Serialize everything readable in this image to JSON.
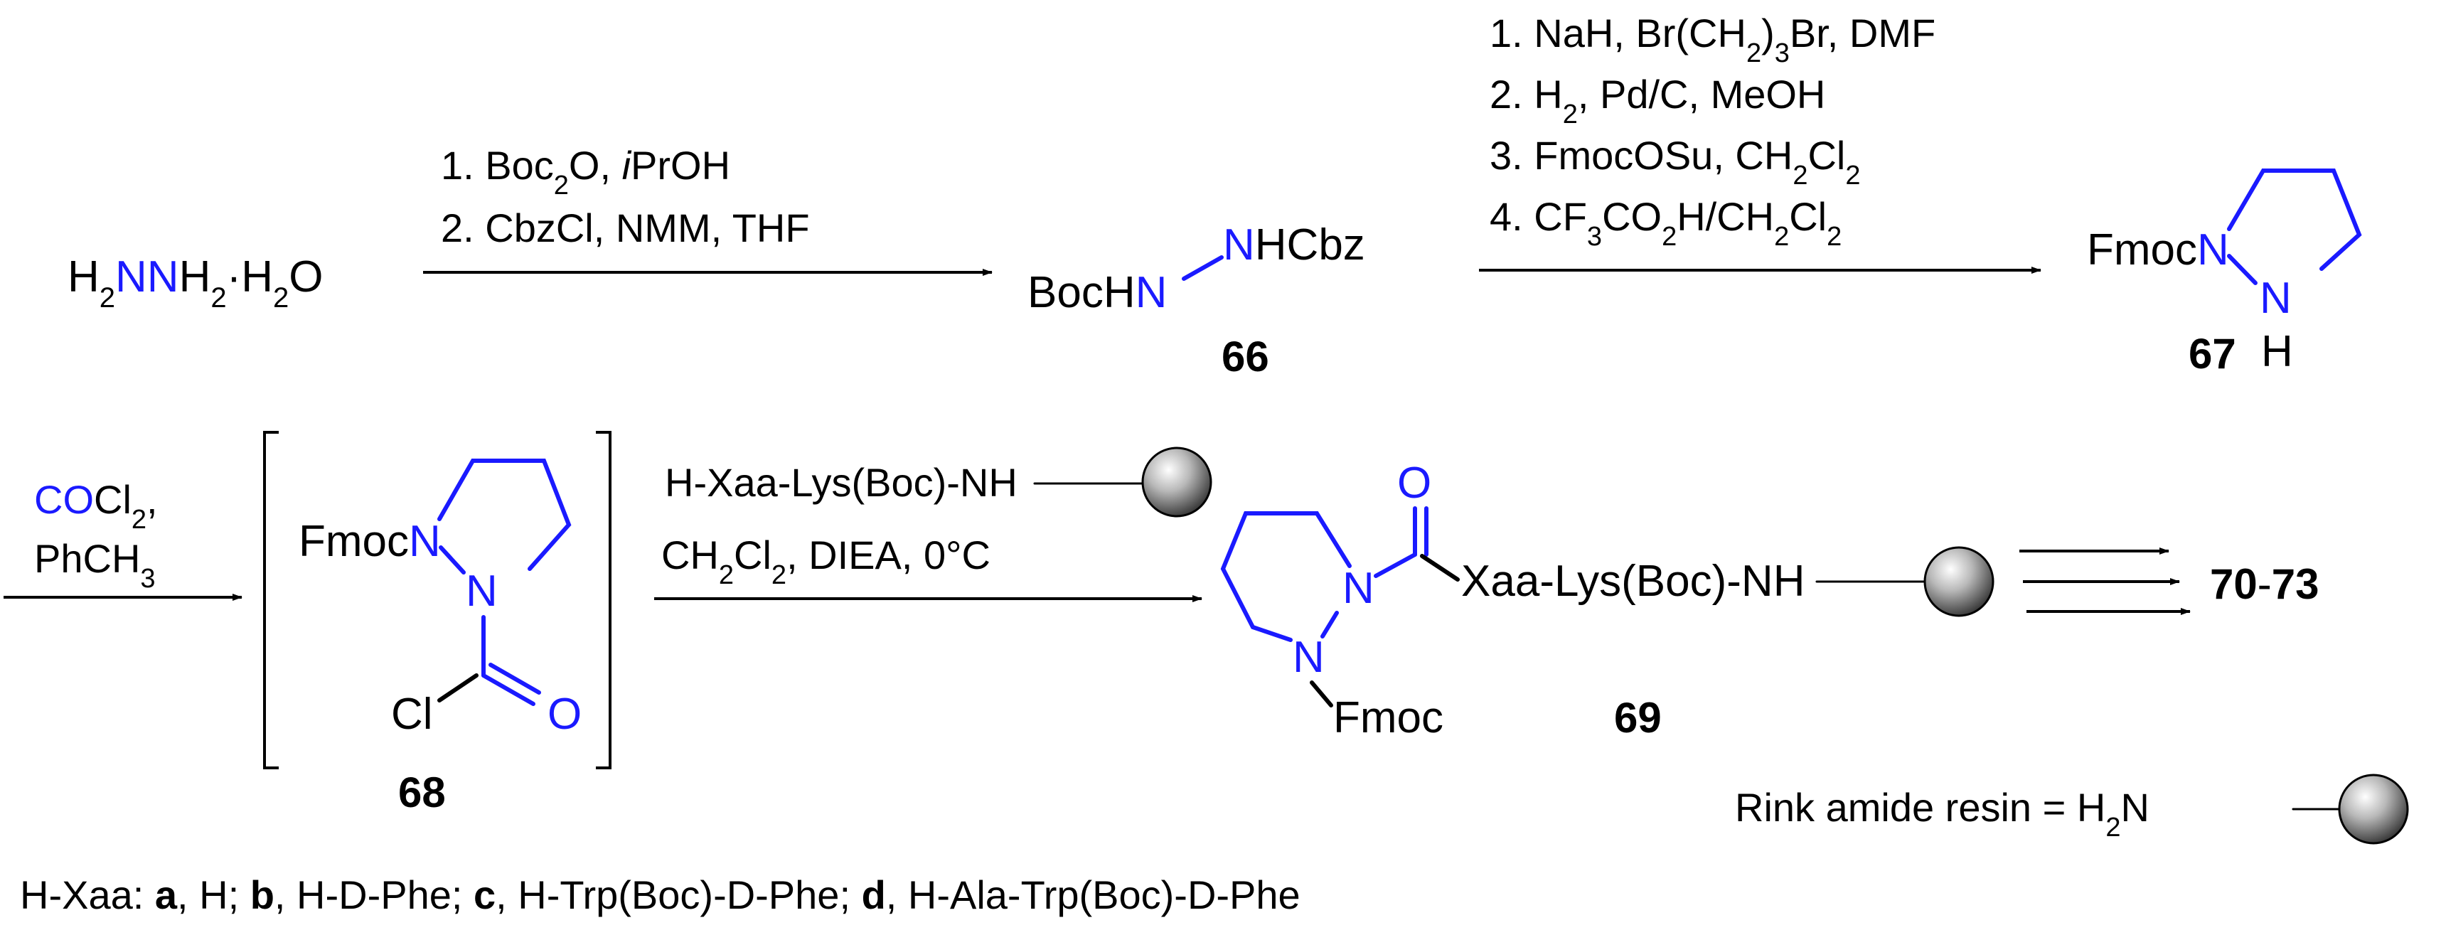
{
  "reagents_step1": {
    "line1": "1. Boc",
    "line1_sub": "2",
    "line1_rest": "O, ",
    "line1_i": "i",
    "line1_tail": "PrOH",
    "line2": "2. CbzCl, NMM, THF"
  },
  "reagents_step2": {
    "line1a": "1. NaH, Br(CH",
    "line1_sub": "2",
    "line1b": ")",
    "line1_sub2": "3",
    "line1c": "Br, DMF",
    "line2a": "2. H",
    "line2_sub": "2",
    "line2b": ", Pd/C, MeOH",
    "line3a": "3. FmocOSu, CH",
    "line3_sub": "2",
    "line3b": "Cl",
    "line3_sub2": "2",
    "line4a": "4. CF",
    "line4_sub": "3",
    "line4b": "CO",
    "line4_sub2": "2",
    "line4c": "H/CH",
    "line4_sub3": "2",
    "line4d": "Cl",
    "line4_sub4": "2"
  },
  "start": {
    "h": "H",
    "sub": "2",
    "nn": "NN",
    "h2": "H",
    "sub2": "2",
    "dot": "·H",
    "sub3": "2",
    "o": "O"
  },
  "compound66": {
    "boch": "BocH",
    "n1": "N",
    "n2": "N",
    "hcbz": "HCbz",
    "label": "66"
  },
  "compound67": {
    "fmoc": "Fmoc",
    "n1": "N",
    "n2": "N",
    "h": "H",
    "label": "67"
  },
  "reagents_step3": {
    "co": "CO",
    "cl2": "Cl",
    "sub": "2",
    "comma": ",",
    "ph": "PhCH",
    "sub2": "3"
  },
  "compound68": {
    "fmoc": "Fmoc",
    "n1": "N",
    "n2": "N",
    "cl": "Cl",
    "o": "O",
    "label": "68"
  },
  "reagents_step4": {
    "line1": "H-Xaa-Lys(Boc)-NH",
    "line2a": "CH",
    "line2_sub": "2",
    "line2b": "Cl",
    "line2_sub2": "2",
    "line2c": ", DIEA, 0°C"
  },
  "compound69": {
    "o": "O",
    "n1": "N",
    "n2": "N",
    "chain": "Xaa-Lys(Boc)-NH",
    "fmoc": "Fmoc",
    "label": "69"
  },
  "products": {
    "label_a": "70",
    "dash": "-",
    "label_b": "73"
  },
  "resin_legend": {
    "text": "Rink amide resin = H",
    "sub": "2",
    "n": "N"
  },
  "footnote": {
    "prefix": "H-Xaa: ",
    "a": "a",
    "a_text": ", H; ",
    "b": "b",
    "b_text": ", H-D-Phe; ",
    "c": "c",
    "c_text": ", H-Trp(Boc)-D-Phe; ",
    "d": "d",
    "d_text": ", H-Ala-Trp(Boc)-D-Phe"
  }
}
